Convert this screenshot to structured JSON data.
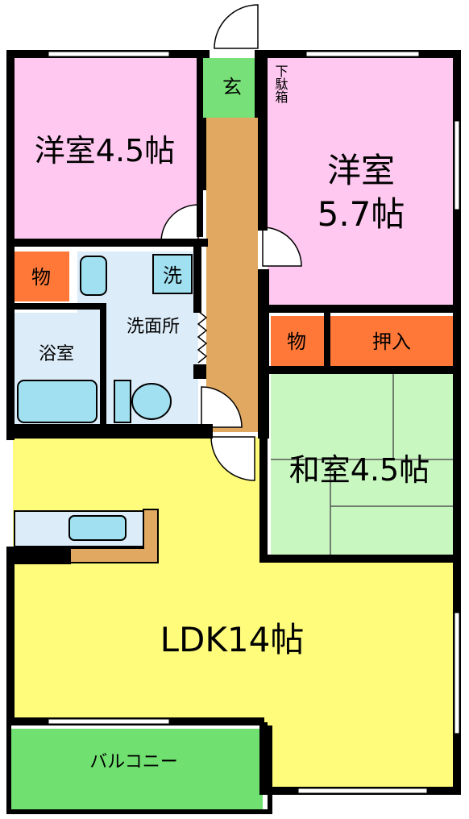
{
  "rooms": {
    "western_room_1": "洋室4.5帖",
    "western_room_2_line1": "洋室",
    "western_room_2_line2": "5.7帖",
    "entrance": "玄",
    "shoe_storage": "下駄箱",
    "storage_left": "物",
    "storage_right": "物",
    "closet": "押入",
    "washer": "洗",
    "washroom": "洗面所",
    "bathroom": "浴室",
    "japanese_room": "和室4.5帖",
    "ldk": "LDK14帖",
    "balcony": "バルコニー"
  },
  "colors": {
    "western_room": "#ffc8f0",
    "entrance": "#78e078",
    "corridor": "#e0a860",
    "storage": "#ff7838",
    "wet_area": "#dcecf8",
    "fixture": "#a0e0f0",
    "japanese_room": "#c8f8c0",
    "ldk": "#fffc7c",
    "balcony": "#70e070",
    "wall": "#000000"
  }
}
